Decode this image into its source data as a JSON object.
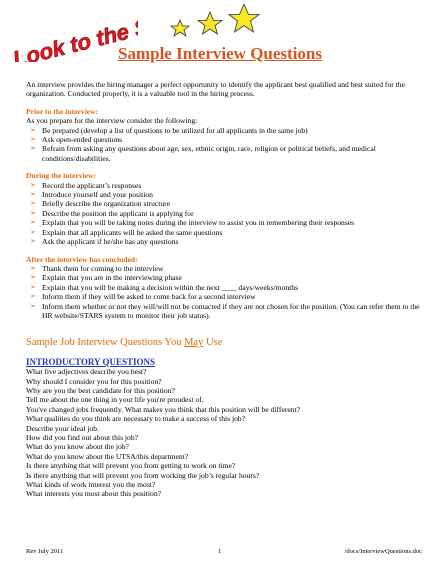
{
  "logo": {
    "text": "Look to the STARS",
    "color": "#e8141e"
  },
  "title": "Sample Interview Questions",
  "intro": "An interview provides the hiring manager a perfect opportunity to identify the applicant best qualified and best suited for the organization. Conducted properly, it is a valuable tool in the hiring process.",
  "prior": {
    "heading": "Prior to the interview:",
    "lead": "As you prepare for the interview consider the following:",
    "items": [
      "Be prepared (develop a list of questions to be utilized for all applicants in the same job)",
      "Ask open-ended questions",
      "Refrain from asking any questions about age, sex, ethnic origin, race, religion or political beliefs, and medical conditions/disabilities."
    ]
  },
  "during": {
    "heading": "During the interview:",
    "items": [
      "Record the applicant’s responses",
      "Introduce yourself and your position",
      "Briefly describe the organization structure",
      "Describe the position the applicant is applying for",
      "Explain that you will be taking notes during the interview to assist you in remembering their responses",
      "Explain that all applicants will be asked the same questions",
      "Ask the applicant if he/she has any questions"
    ]
  },
  "after": {
    "heading": "After the interview has concluded:",
    "items": [
      "Thank them for coming to the interview",
      "Explain that you are in the interviewing phase",
      "Explain that you will be making a decision within the next ____ days/weeks/months",
      "Inform them if they will be asked to come back for a second interview",
      "Inform them whether or not they will/will not be contacted if they are not chosen for the position. (You can refer them to the HR website/STARS system to monitor their job status)."
    ]
  },
  "sample": {
    "before": "Sample Job Interview Questions You ",
    "may": "May",
    "after": " Use"
  },
  "introductory": {
    "heading": "INTRODUCTORY QUESTIONS",
    "questions": [
      "What five adjectives describe you best?",
      "Why should I consider you for this position?",
      "Why are you the best candidate for this position?",
      "Tell me about the one thing in your life you're proudest of.",
      "You've changed jobs frequently.  What makes you think that this position will be different?",
      "What qualities do you think are necessary to make a success of this job?",
      "Describe your ideal job.",
      "How did you find out about this job?",
      "What do you know about the job?",
      "What do you know about the UTSA/this department?",
      "Is there anything that will prevent you from getting to work on time?",
      "Is there anything that will prevent you from working the job’s regular hours?",
      "What kinds of work interest you the most?",
      "What interests you most about this position?"
    ]
  },
  "footer": {
    "left": "Rev July 2011",
    "center": "1",
    "right": "/docs/InterviewQuestions.doc"
  },
  "colors": {
    "title": "#d9531e",
    "heading": "#e36c0a",
    "link": "#1f3bb3",
    "star": "#f7e82a"
  }
}
